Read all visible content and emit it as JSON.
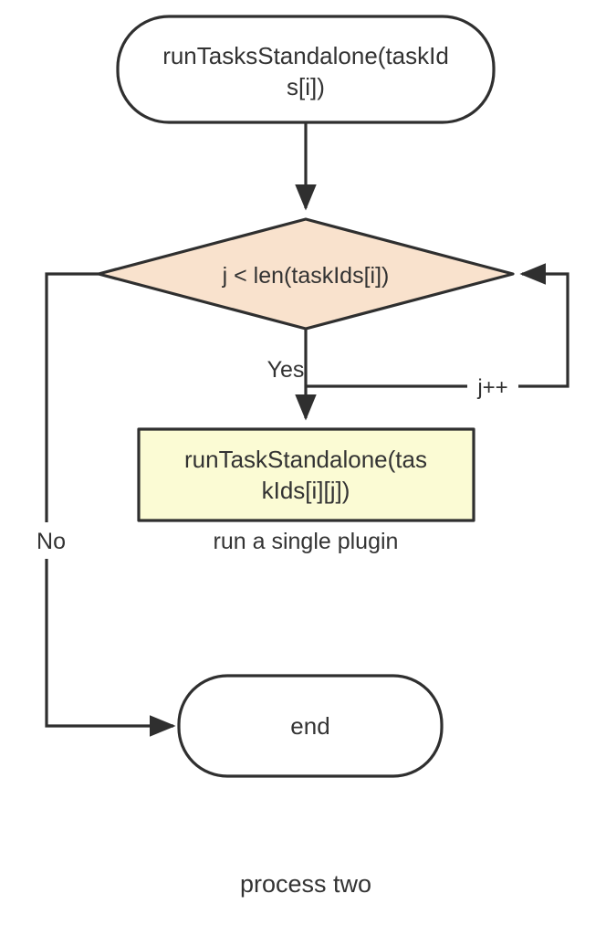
{
  "diagram": {
    "title_caption": "process two",
    "colors": {
      "stroke": "#2f2f2f",
      "text": "#333333",
      "background": "#ffffff",
      "decision_fill": "#f9e2cd",
      "process_fill": "#fbfbd4",
      "terminal_fill": "#ffffff"
    },
    "nodes": {
      "start": {
        "shape": "stadium",
        "line1": "runTasksStandalone(taskId",
        "line2": "s[i])"
      },
      "decision": {
        "shape": "diamond",
        "label": "j < len(taskIds[i])"
      },
      "process": {
        "shape": "rectangle",
        "line1": "runTaskStandalone(tas",
        "line2": "kIds[i][j])",
        "caption": "run a single plugin"
      },
      "end": {
        "shape": "stadium",
        "label": "end"
      }
    },
    "edges": {
      "yes_label": "Yes",
      "no_label": "No",
      "loop_label": "j++"
    }
  }
}
